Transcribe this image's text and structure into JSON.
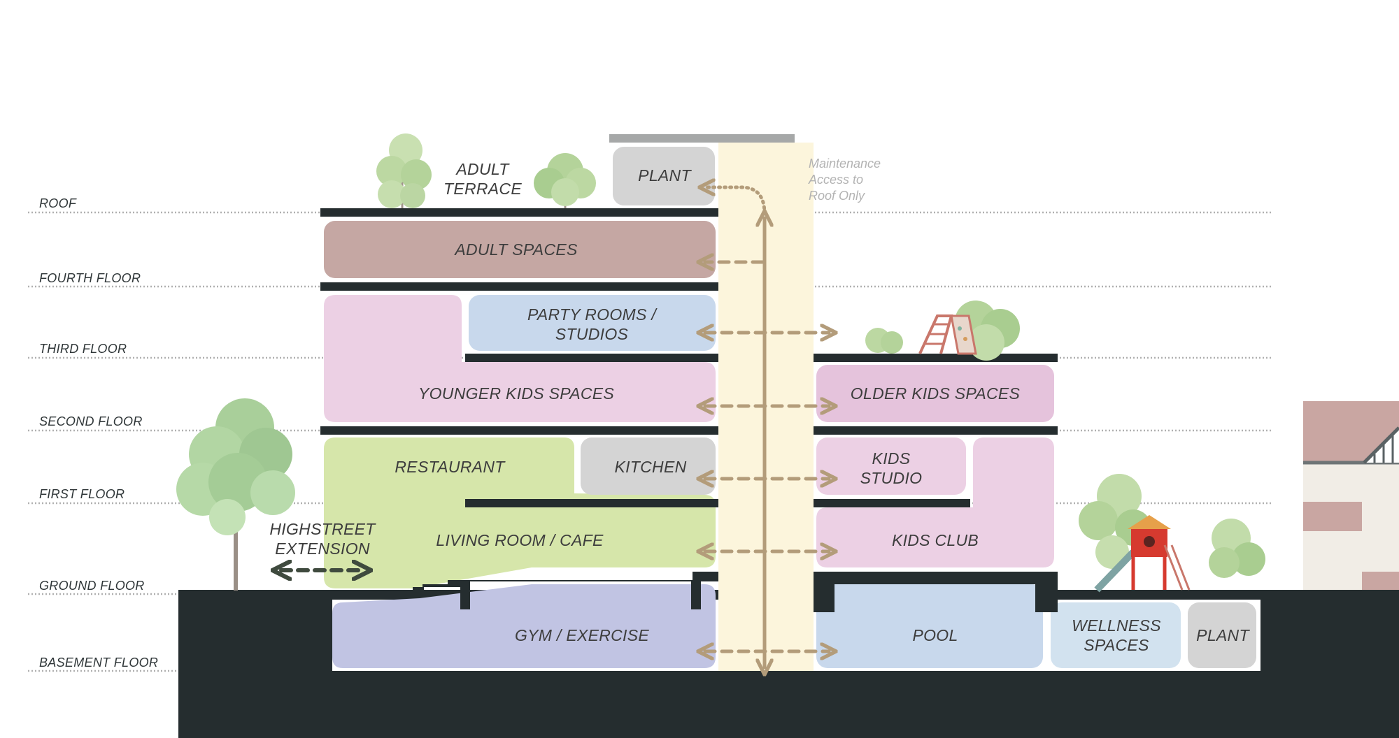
{
  "floors": {
    "roof": "ROOF",
    "fourth": "FOURTH FLOOR",
    "third": "THIRD FLOOR",
    "second": "SECOND FLOOR",
    "first": "FIRST FLOOR",
    "ground": "GROUND FLOOR",
    "basement": "BASEMENT FLOOR"
  },
  "spaces": {
    "adult_terrace": [
      "ADULT",
      "TERRACE"
    ],
    "plant_roof": "PLANT",
    "adult_spaces": "ADULT SPACES",
    "party_rooms": [
      "PARTY ROOMS /",
      "STUDIOS"
    ],
    "younger_kids": "YOUNGER KIDS SPACES",
    "older_kids": "OLDER KIDS SPACES",
    "restaurant": "RESTAURANT",
    "kitchen": "KITCHEN",
    "kids_studio": [
      "KIDS",
      "STUDIO"
    ],
    "living_room": "LIVING ROOM / CAFE",
    "kids_club": "KIDS CLUB",
    "highstreet": [
      "HIGHSTREET",
      "EXTENSION"
    ],
    "gym": "GYM / EXERCISE",
    "pool": "POOL",
    "wellness": [
      "WELLNESS",
      "SPACES"
    ],
    "plant_basement": "PLANT"
  },
  "note": [
    "Maintenance",
    "Access to",
    "Roof Only"
  ],
  "colors": {
    "adult": "#c5a7a3",
    "kids_pink": "#ecd0e4",
    "kids_pink_dark": "#e5c3dc",
    "blue": "#c8d8ec",
    "green": "#d6e6aa",
    "grey": "#d4d4d4",
    "gym": "#c1c4e3",
    "core": "#fcf5dc",
    "arrow": "#b39c7a",
    "slab": "#252d2f"
  }
}
